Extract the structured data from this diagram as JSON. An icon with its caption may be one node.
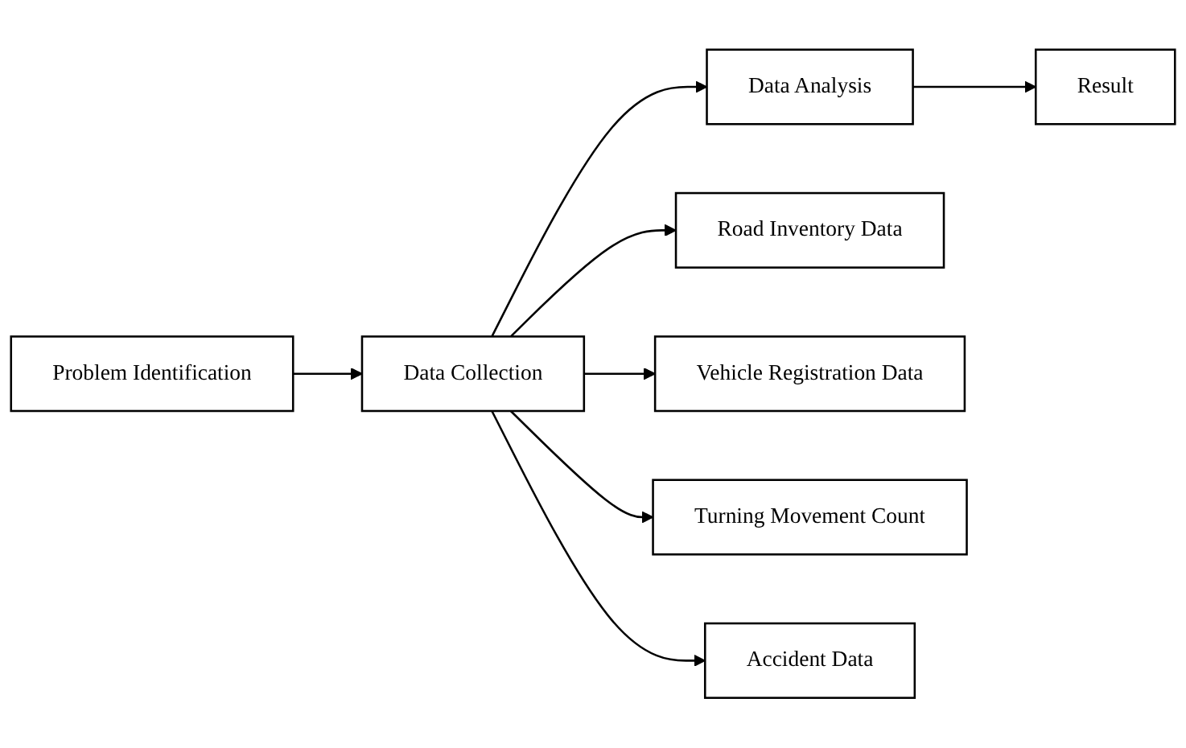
{
  "diagram": {
    "nodes": [
      {
        "text": [
          "Problem Identification"
        ]
      },
      {
        "text": [
          "Data Collection"
        ]
      },
      {
        "text": [
          "Data Analysis"
        ]
      },
      {
        "text": [
          "Result"
        ]
      },
      {
        "text": [
          "Road Inventory Data"
        ]
      },
      {
        "text": [
          "Vehicle Registration Data"
        ]
      },
      {
        "text": [
          "Turning Movement Count"
        ]
      },
      {
        "text": [
          "Accident Data"
        ]
      }
    ],
    "edges": [
      {
        "from": 0,
        "to": 1,
        "arrow": "to"
      },
      {
        "from": 1,
        "to": 2,
        "arrow": "to"
      },
      {
        "from": 2,
        "to": 3,
        "arrow": "to"
      },
      {
        "from": 1,
        "to": 4,
        "arrow": "to"
      },
      {
        "from": 1,
        "to": 5,
        "arrow": "to"
      },
      {
        "from": 1,
        "to": 6,
        "arrow": "to"
      },
      {
        "from": 1,
        "to": 7,
        "arrow": "to"
      }
    ]
  }
}
